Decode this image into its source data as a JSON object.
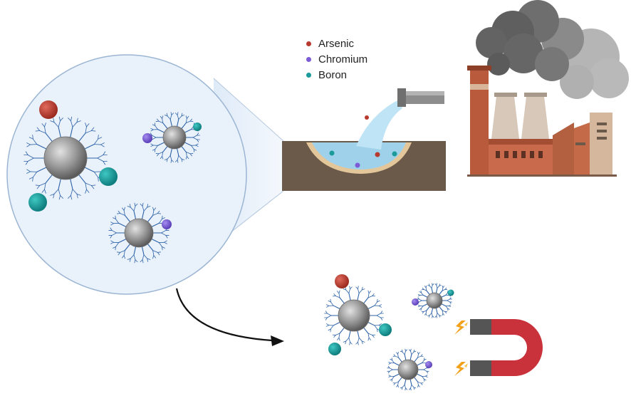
{
  "legend": {
    "items": [
      {
        "label": "Arsenic",
        "color": "#b83a2e",
        "icon": "red-dot"
      },
      {
        "label": "Chromium",
        "color": "#7b5cd6",
        "icon": "purple-dot"
      },
      {
        "label": "Boron",
        "color": "#1a9a9a",
        "icon": "teal-dot"
      }
    ]
  },
  "colors": {
    "arsenic": "#b83a2e",
    "chromium": "#7b5cd6",
    "boron": "#1a9a9a",
    "dendrimer": "#2d62a8",
    "core": "#8c8c8c",
    "zoom_fill": "#e9f1fb",
    "zoom_stroke": "#9bb5d3",
    "magnet_red": "#c9323a",
    "soil": "#6b5a49",
    "water": "#9fd2ea",
    "factory_brick": "#c86a4b"
  },
  "scene": {
    "elements": [
      "zoom-circle",
      "nanoparticle-dendrimer",
      "contaminated-soil-pit",
      "discharge-pipe",
      "factory",
      "smoke-cloud",
      "curved-arrow",
      "horseshoe-magnet"
    ]
  }
}
